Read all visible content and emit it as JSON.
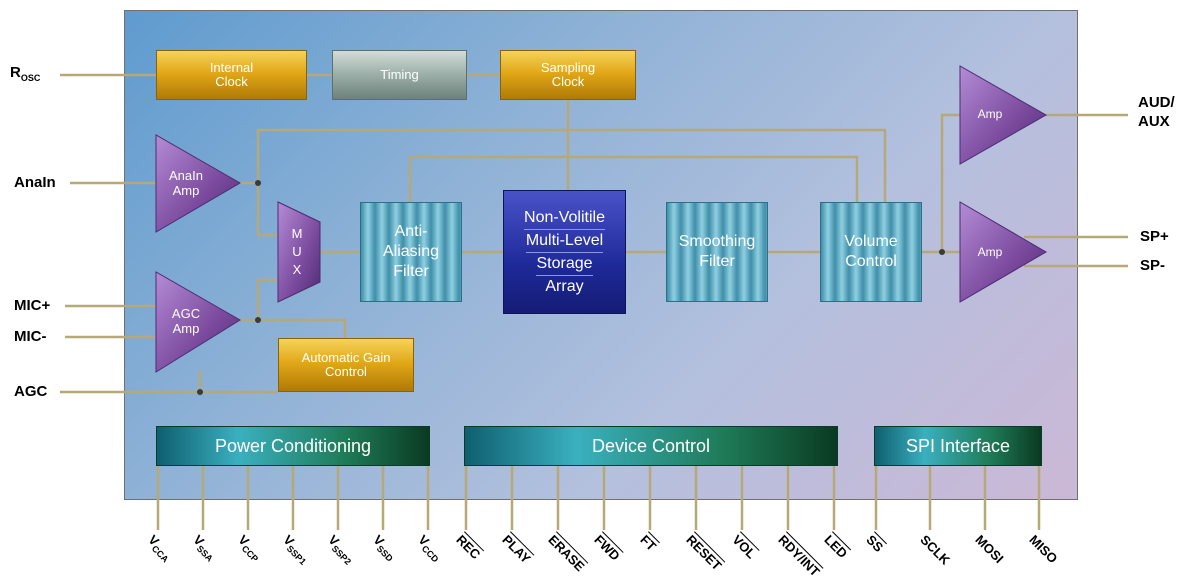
{
  "external_labels": {
    "rosc_main": "R",
    "rosc_sub": "OSC",
    "anain": "AnaIn",
    "mic_plus": "MIC+",
    "mic_minus": "MIC-",
    "agc": "AGC",
    "aud_aux_line1": "AUD/",
    "aud_aux_line2": "AUX",
    "sp_plus": "SP+",
    "sp_minus": "SP-"
  },
  "blocks": {
    "internal_clock_line1": "Internal",
    "internal_clock_line2": "Clock",
    "timing": "Timing",
    "sampling_clock_line1": "Sampling",
    "sampling_clock_line2": "Clock",
    "anain_amp_line1": "AnaIn",
    "anain_amp_line2": "Amp",
    "agc_amp_line1": "AGC",
    "agc_amp_line2": "Amp",
    "mux_m": "M",
    "mux_u": "U",
    "mux_x": "X",
    "anti_aliasing_line1": "Anti-",
    "anti_aliasing_line2": "Aliasing",
    "anti_aliasing_line3": "Filter",
    "storage_line1": "Non-Volitile",
    "storage_line2": "Multi-Level",
    "storage_line3": "Storage",
    "storage_line4": "Array",
    "smoothing_line1": "Smoothing",
    "smoothing_line2": "Filter",
    "volume_line1": "Volume",
    "volume_line2": "Control",
    "amp_top": "Amp",
    "amp_bottom": "Amp",
    "agc_control_line1": "Automatic Gain",
    "agc_control_line2": "Control"
  },
  "bars": {
    "power_conditioning": "Power Conditioning",
    "device_control": "Device Control",
    "spi_interface": "SPI Interface"
  },
  "pins": {
    "power": [
      {
        "main": "V",
        "sub": "CCA"
      },
      {
        "main": "V",
        "sub": "SSA"
      },
      {
        "main": "V",
        "sub": "CCP"
      },
      {
        "main": "V",
        "sub": "SSP1"
      },
      {
        "main": "V",
        "sub": "SSP2"
      },
      {
        "main": "V",
        "sub": "SSD"
      },
      {
        "main": "V",
        "sub": "CCD"
      }
    ],
    "control": [
      "REC",
      "PLAY",
      "ERASE",
      "FWD",
      "FT",
      "RESET",
      "VOL",
      "RDY/INT",
      "LED"
    ],
    "spi": [
      "SS",
      "SCLK",
      "MOSI",
      "MISO"
    ]
  },
  "colors": {
    "chip_background": "#8fb2d6",
    "wire": "#b7a878",
    "gold_block": "#e2a818",
    "teal_filter": "#3f8ea8",
    "storage_navy": "#1f2a9a",
    "amp_purple": "#7b4a9e"
  }
}
